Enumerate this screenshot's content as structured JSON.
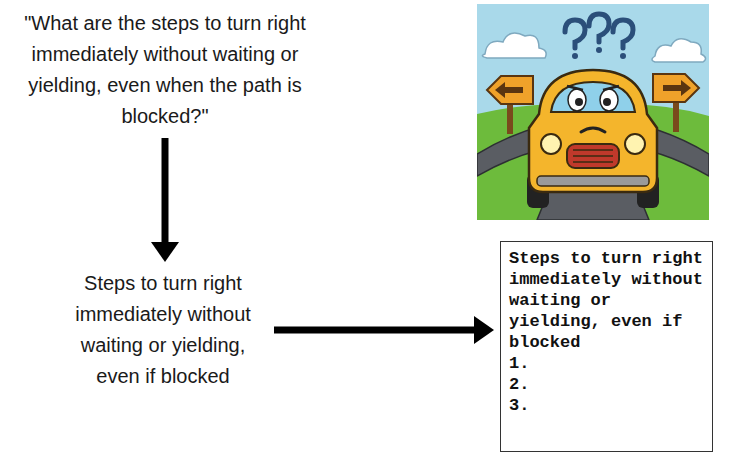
{
  "diagram": {
    "nodes": [
      {
        "text": [
          "\"What are the steps to turn right immediately without waiting or yielding, even when the path is blocked?\""
        ]
      },
      {
        "text": [
          "Steps to turn right immediately without waiting or yielding, even if blocked"
        ]
      },
      {
        "text": [
          "Steps to turn right immediately without waiting or yielding, even if blocked",
          "1.",
          "2.",
          "3."
        ]
      }
    ],
    "edges": [
      {
        "from": 0,
        "to": 1,
        "arrow": "to"
      },
      {
        "from": 1,
        "to": 2,
        "arrow": "to"
      }
    ]
  }
}
